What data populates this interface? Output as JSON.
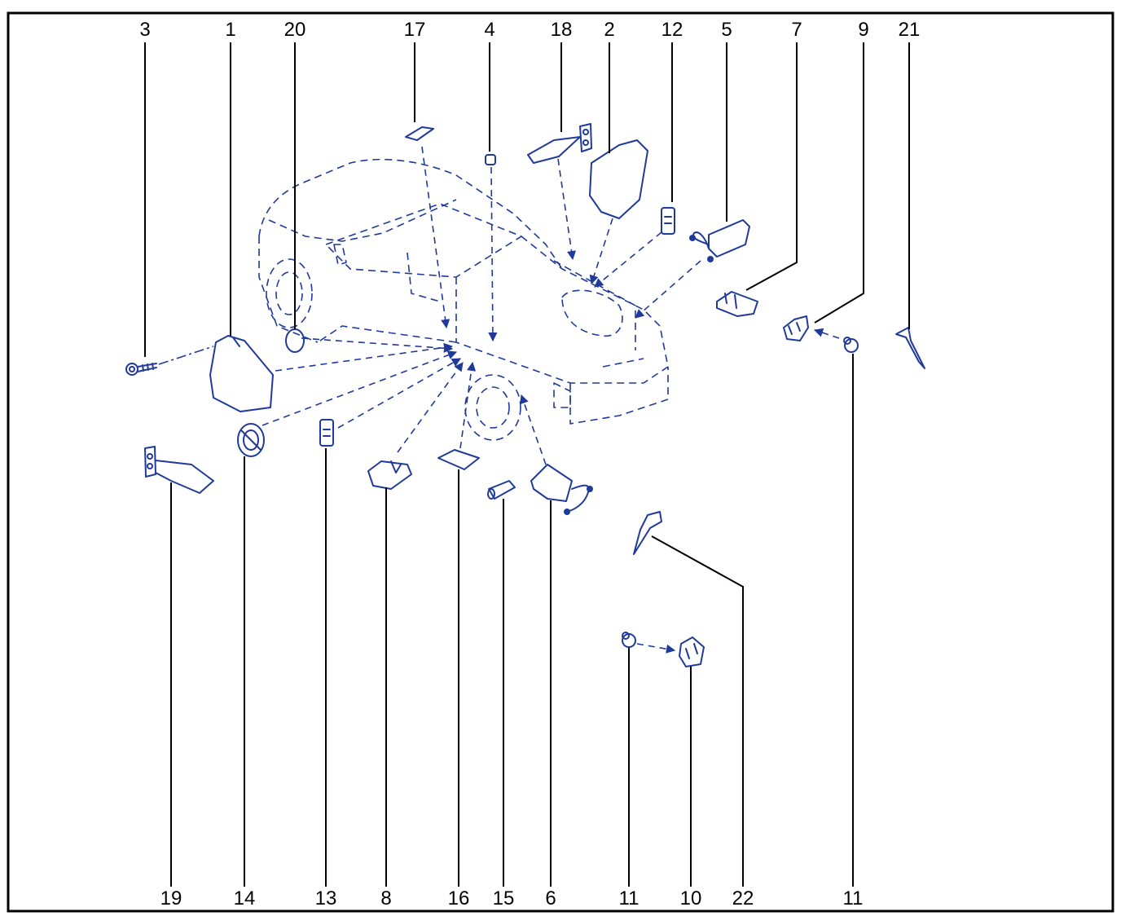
{
  "colors": {
    "line": "#1f3a9a",
    "frame": "#000000",
    "background": "#ffffff"
  },
  "callouts": {
    "top": [
      "3",
      "1",
      "20",
      "17",
      "4",
      "18",
      "2",
      "12",
      "5",
      "7",
      "9",
      "21"
    ],
    "bottom": [
      "19",
      "14",
      "13",
      "8",
      "16",
      "15",
      "6",
      "11",
      "10",
      "22",
      "11"
    ]
  }
}
